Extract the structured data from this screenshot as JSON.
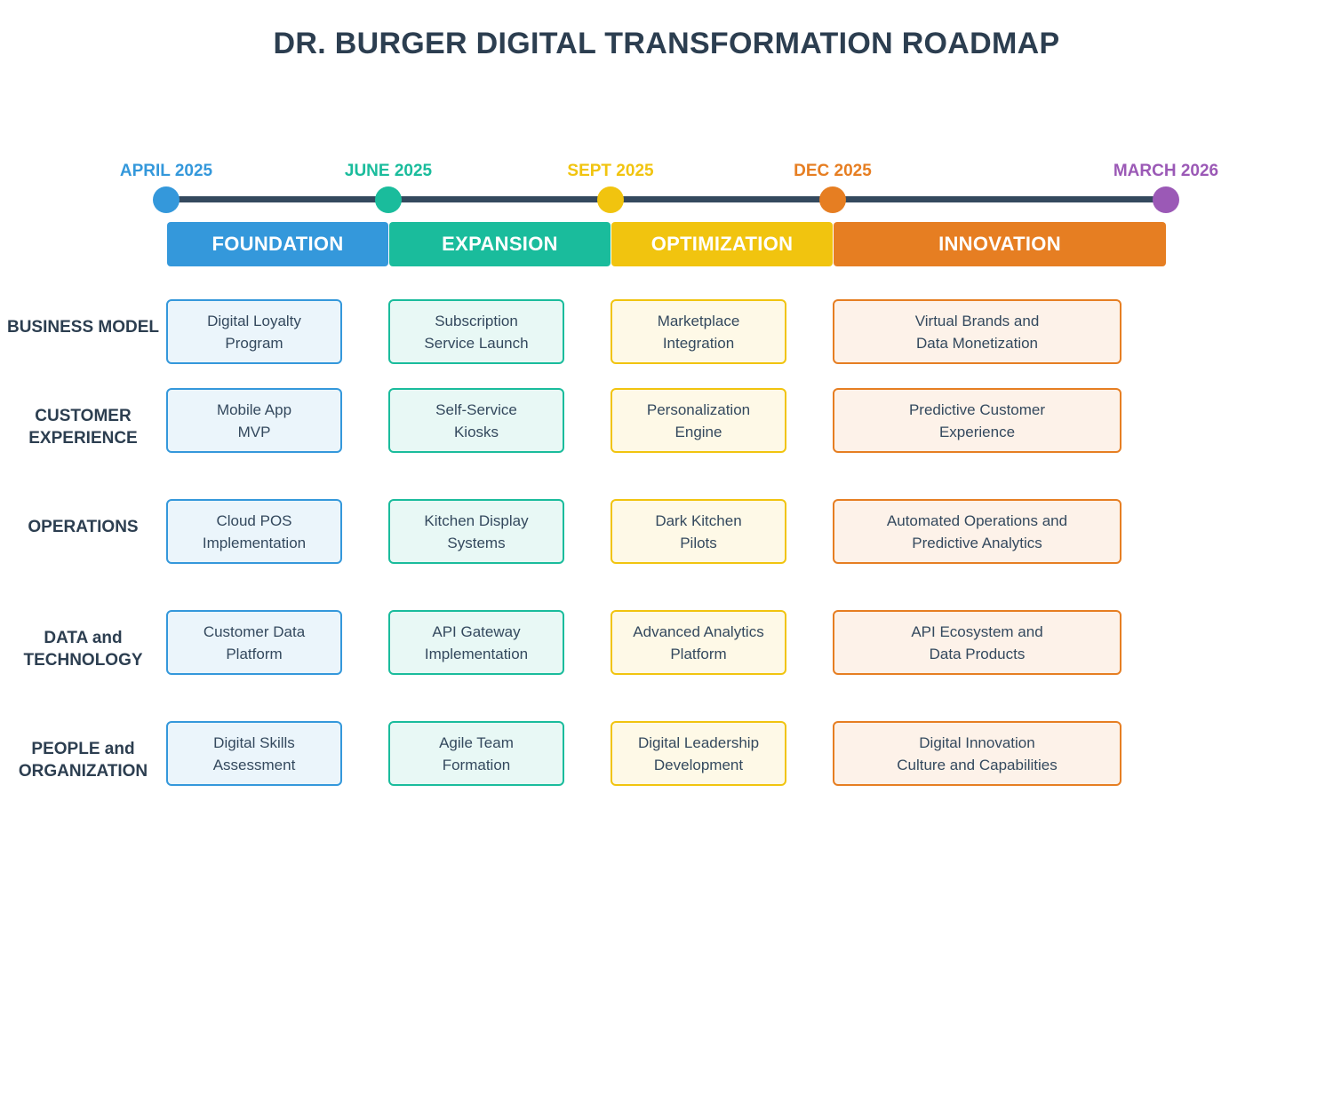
{
  "title": "DR. BURGER DIGITAL TRANSFORMATION ROADMAP",
  "milestones": [
    {
      "label": "APRIL 2025",
      "color": "#3498db"
    },
    {
      "label": "JUNE 2025",
      "color": "#1abc9c"
    },
    {
      "label": "SEPT 2025",
      "color": "#f1c40f"
    },
    {
      "label": "DEC 2025",
      "color": "#e67e22"
    },
    {
      "label": "MARCH 2026",
      "color": "#9b59b6"
    }
  ],
  "phases": [
    {
      "label": "FOUNDATION",
      "color": "#3498db"
    },
    {
      "label": "EXPANSION",
      "color": "#1abc9c"
    },
    {
      "label": "OPTIMIZATION",
      "color": "#f1c40f"
    },
    {
      "label": "INNOVATION",
      "color": "#e67e22"
    }
  ],
  "phase_styles": [
    {
      "border": "#3498db",
      "fill": "#ebf5fb"
    },
    {
      "border": "#1abc9c",
      "fill": "#e8f8f5"
    },
    {
      "border": "#f1c40f",
      "fill": "#fef9e7"
    },
    {
      "border": "#e67e22",
      "fill": "#fdf2e9"
    }
  ],
  "rows": [
    {
      "label": "BUSINESS MODEL",
      "cells": [
        "Digital Loyalty\nProgram",
        "Subscription\nService Launch",
        "Marketplace\nIntegration",
        "Virtual Brands and\nData Monetization"
      ]
    },
    {
      "label": "CUSTOMER\nEXPERIENCE",
      "cells": [
        "Mobile App\nMVP",
        "Self-Service\nKiosks",
        "Personalization\nEngine",
        "Predictive Customer\nExperience"
      ]
    },
    {
      "label": "OPERATIONS",
      "cells": [
        "Cloud POS\nImplementation",
        "Kitchen Display\nSystems",
        "Dark Kitchen\nPilots",
        "Automated Operations and\nPredictive Analytics"
      ]
    },
    {
      "label": "DATA and\nTECHNOLOGY",
      "cells": [
        "Customer Data\nPlatform",
        "API Gateway\nImplementation",
        "Advanced Analytics\nPlatform",
        "API Ecosystem and\nData Products"
      ]
    },
    {
      "label": "PEOPLE and\nORGANIZATION",
      "cells": [
        "Digital Skills\nAssessment",
        "Agile Team\nFormation",
        "Digital Leadership\nDevelopment",
        "Digital Innovation\nCulture and Capabilities"
      ]
    }
  ]
}
